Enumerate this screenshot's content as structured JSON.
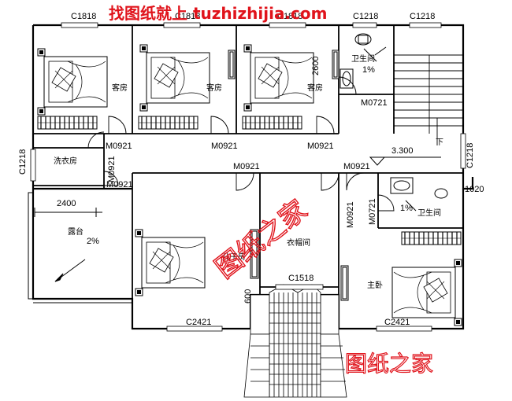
{
  "watermark": {
    "top": "找图纸就上 tuzhizhijia.com",
    "middle": "图纸之家",
    "bottom": "图纸之家"
  },
  "windows": {
    "w1": "C1818",
    "w2": "C1818",
    "w3": "C1818",
    "w4": "C1218",
    "w5": "C1218",
    "w6": "C1218",
    "w7": "C1218",
    "w8": "C1518",
    "w9": "C2421",
    "w10": "C2421"
  },
  "doors": {
    "d1": "M0921",
    "d2": "M0921",
    "d3": "M0921",
    "d4": "M0921",
    "d5": "M0921",
    "d6": "M0921",
    "d7": "M0921",
    "d8": "M0721",
    "d9": "M0721",
    "d10": "M0921"
  },
  "dimensions": {
    "d2600": "2600",
    "d2400": "2400",
    "d1020": "1020",
    "d600": "600",
    "level": "3.300"
  },
  "rooms": {
    "guest1": "客房",
    "guest2": "客房",
    "guest3": "客房",
    "bath1": "卫生间",
    "bath2": "卫生间",
    "laundry": "洗衣房",
    "terrace": "露台",
    "kids": "儿子房",
    "closet": "衣帽间",
    "master": "主卧"
  },
  "slopes": {
    "s1": "1%",
    "s2": "1%",
    "s3": "2%"
  },
  "stair": {
    "down": "下"
  }
}
